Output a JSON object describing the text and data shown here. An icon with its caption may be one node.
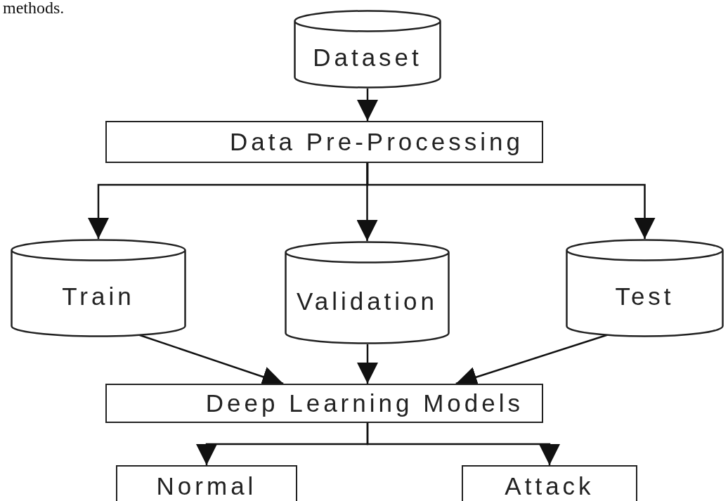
{
  "diagram": {
    "nodes": [
      {
        "text": [
          "Dataset"
        ]
      },
      {
        "text": [
          "Data Pre-Processing"
        ]
      },
      {
        "text": [
          "Train"
        ]
      },
      {
        "text": [
          "Validation"
        ]
      },
      {
        "text": [
          "Test"
        ]
      },
      {
        "text": [
          "Deep Learning Models"
        ]
      },
      {
        "text": [
          "Normal"
        ]
      },
      {
        "text": [
          "Attack"
        ]
      }
    ],
    "edges": [
      {
        "from": 0,
        "to": 1,
        "arrow": "to"
      },
      {
        "from": 1,
        "to": 2,
        "arrow": "to"
      },
      {
        "from": 1,
        "to": 3,
        "arrow": "to"
      },
      {
        "from": 1,
        "to": 4,
        "arrow": "to"
      },
      {
        "from": 2,
        "to": 5,
        "arrow": "to"
      },
      {
        "from": 3,
        "to": 5,
        "arrow": "to"
      },
      {
        "from": 4,
        "to": 5,
        "arrow": "to"
      },
      {
        "from": 5,
        "to": 6,
        "arrow": "to"
      },
      {
        "from": 5,
        "to": 7,
        "arrow": "to"
      }
    ],
    "labels": [
      "methods."
    ]
  }
}
